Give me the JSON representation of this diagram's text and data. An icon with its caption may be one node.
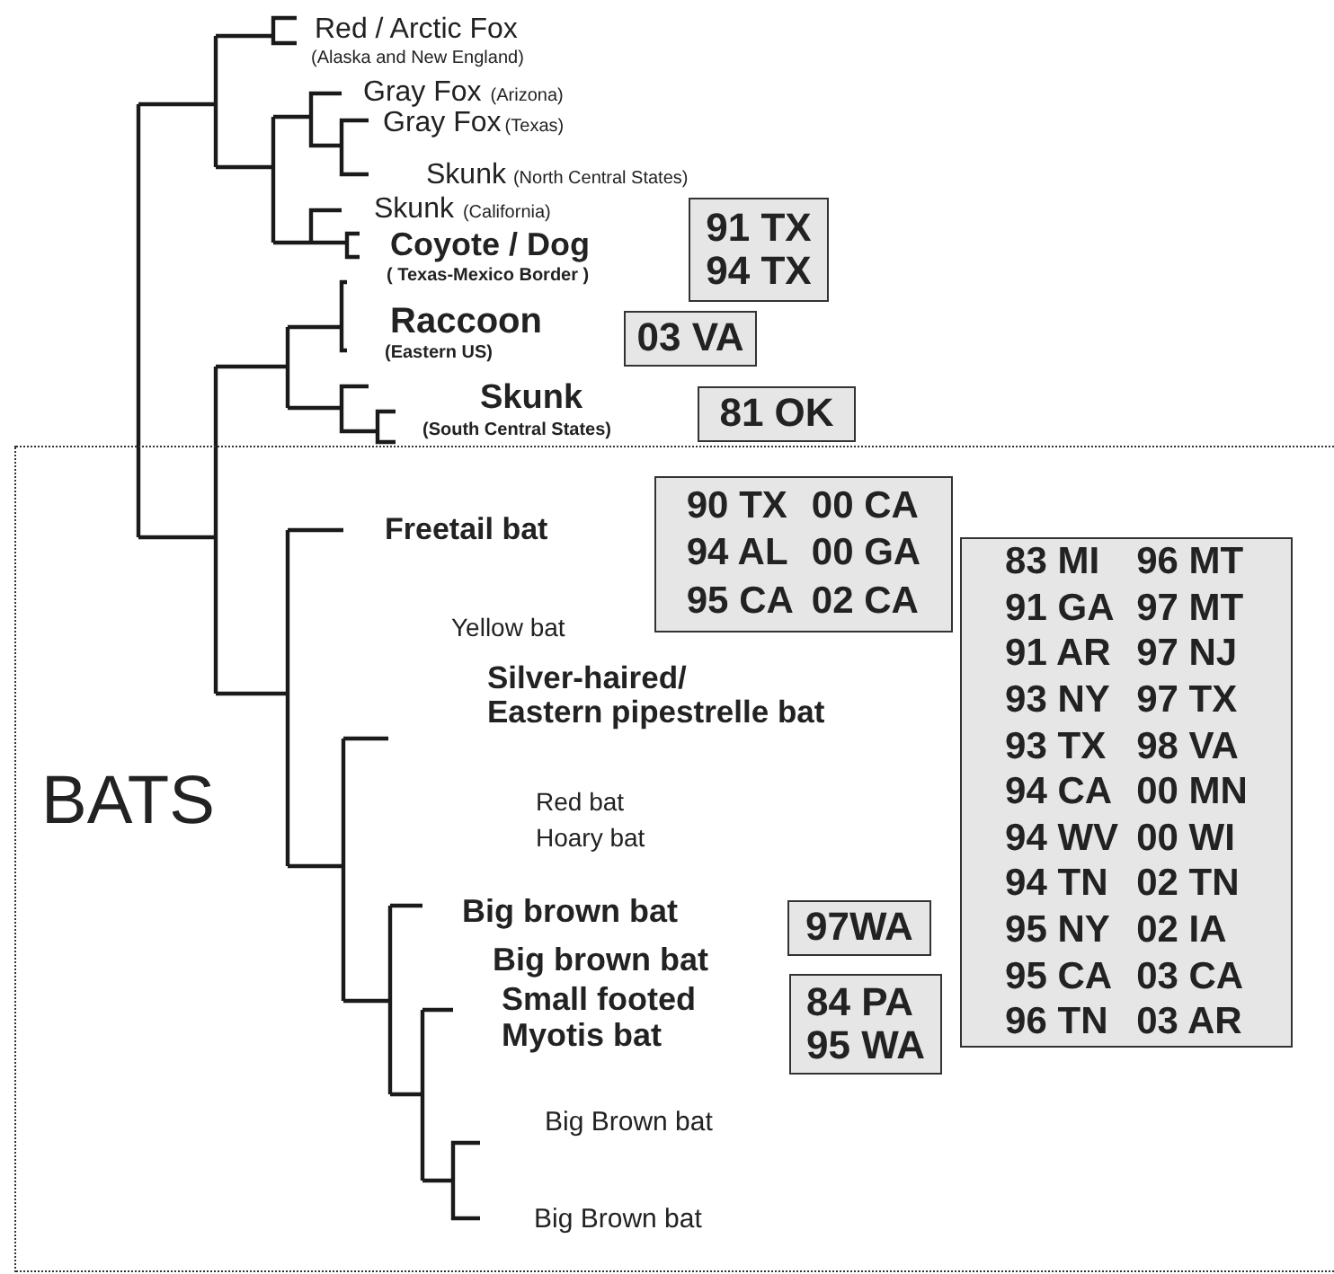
{
  "diagram": {
    "nodes": [
      {
        "text": [
          "Red / Arctic Fox",
          "(Alaska and New England)"
        ]
      },
      {
        "text": [
          "Gray Fox",
          "(Arizona)"
        ]
      },
      {
        "text": [
          "Gray Fox",
          "(Texas)"
        ]
      },
      {
        "text": [
          "Skunk",
          "(North Central States)"
        ]
      },
      {
        "text": [
          "Skunk",
          "(California)"
        ]
      },
      {
        "text": [
          "Coyote / Dog",
          "( Texas-Mexico Border )"
        ]
      },
      {
        "text": [
          "91 TX",
          "94 TX"
        ]
      },
      {
        "text": [
          "Raccoon",
          "(Eastern US)"
        ]
      },
      {
        "text": [
          "03 VA"
        ]
      },
      {
        "text": [
          "Skunk",
          "(South Central States)"
        ]
      },
      {
        "text": [
          "81 OK"
        ]
      },
      {
        "text": [
          "BATS"
        ]
      },
      {
        "text": [
          "Freetail bat"
        ],
        "in": 11
      },
      {
        "text": [
          "90 TX",
          "00 CA",
          "94 AL",
          "00 GA",
          "95 CA",
          "02 CA"
        ],
        "in": 11
      },
      {
        "text": [
          "83 MI",
          "96 MT",
          "91 GA",
          "97 MT",
          "91 AR",
          "97 NJ",
          "93 NY",
          "97 TX",
          "93 TX",
          "98 VA",
          "94 CA",
          "00 MN",
          "94 WV",
          "00 WI",
          "94 TN",
          "02 TN",
          "95 NY",
          "02 IA",
          "95 CA",
          "03 CA",
          "96 TN",
          "03 AR"
        ],
        "in": 11
      },
      {
        "text": [
          "Yellow bat"
        ],
        "in": 11
      },
      {
        "text": [
          "Silver-haired/",
          "Eastern pipestrelle bat"
        ],
        "in": 11
      },
      {
        "text": [
          "Red bat"
        ],
        "in": 11
      },
      {
        "text": [
          "Hoary bat"
        ],
        "in": 11
      },
      {
        "text": [
          "Big brown bat"
        ],
        "in": 11
      },
      {
        "text": [
          "97WA"
        ],
        "in": 11
      },
      {
        "text": [
          "Big brown bat"
        ],
        "in": 11
      },
      {
        "text": [
          "Small footed",
          "Myotis bat"
        ],
        "in": 11
      },
      {
        "text": [
          "84 PA",
          "95 WA"
        ],
        "in": 11
      },
      {
        "text": [
          "Big Brown bat"
        ],
        "in": 11
      },
      {
        "text": [
          "Big Brown bat"
        ],
        "in": 11
      }
    ],
    "edges": []
  }
}
